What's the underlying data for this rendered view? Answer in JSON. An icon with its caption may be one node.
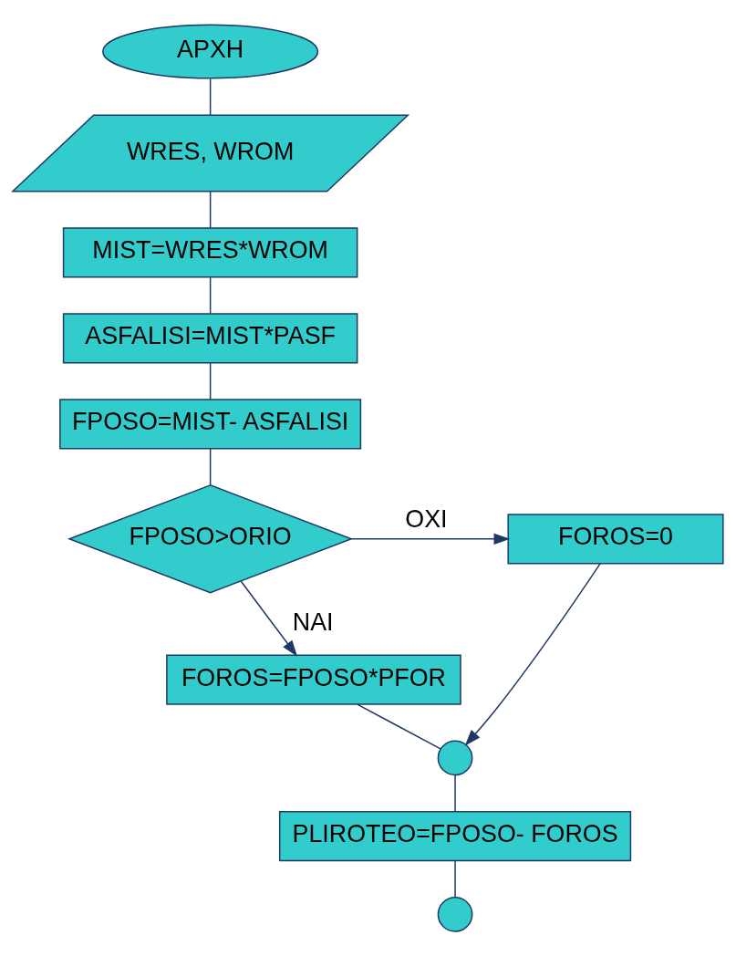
{
  "diagram": {
    "nodes": [
      {
        "text": [
          "APXH"
        ]
      },
      {
        "text": [
          "WRES, WROM"
        ]
      },
      {
        "text": [
          "MIST=WRES*WROM"
        ]
      },
      {
        "text": [
          "ASFALISI=MIST*PASF"
        ]
      },
      {
        "text": [
          "FPOSO=MIST- ASFALISI"
        ]
      },
      {
        "text": [
          "FPOSO>ORIO"
        ]
      },
      {
        "text": [
          "FOROS=0"
        ]
      },
      {
        "text": [
          "FOROS=FPOSO*PFOR"
        ]
      },
      {
        "text": [],
        "shape": "circle"
      },
      {
        "text": [
          "PLIROTEO=FPOSO- FOROS"
        ]
      },
      {
        "text": [],
        "shape": "circle"
      }
    ],
    "edges": [
      {
        "from": 0,
        "to": 1,
        "arrow": "none"
      },
      {
        "from": 1,
        "to": 2,
        "arrow": "none"
      },
      {
        "from": 2,
        "to": 3,
        "arrow": "none"
      },
      {
        "from": 3,
        "to": 4,
        "arrow": "none"
      },
      {
        "from": 4,
        "to": 5,
        "arrow": "none"
      },
      {
        "from": 5,
        "to": 6,
        "arrow": "to",
        "label": "OXI"
      },
      {
        "from": 5,
        "to": 7,
        "arrow": "to",
        "label": "NAI"
      },
      {
        "from": 6,
        "to": 8,
        "arrow": "to"
      },
      {
        "from": 7,
        "to": 8,
        "arrow": "none"
      },
      {
        "from": 8,
        "to": 9,
        "arrow": "none"
      },
      {
        "from": 9,
        "to": 10,
        "arrow": "none"
      }
    ]
  }
}
